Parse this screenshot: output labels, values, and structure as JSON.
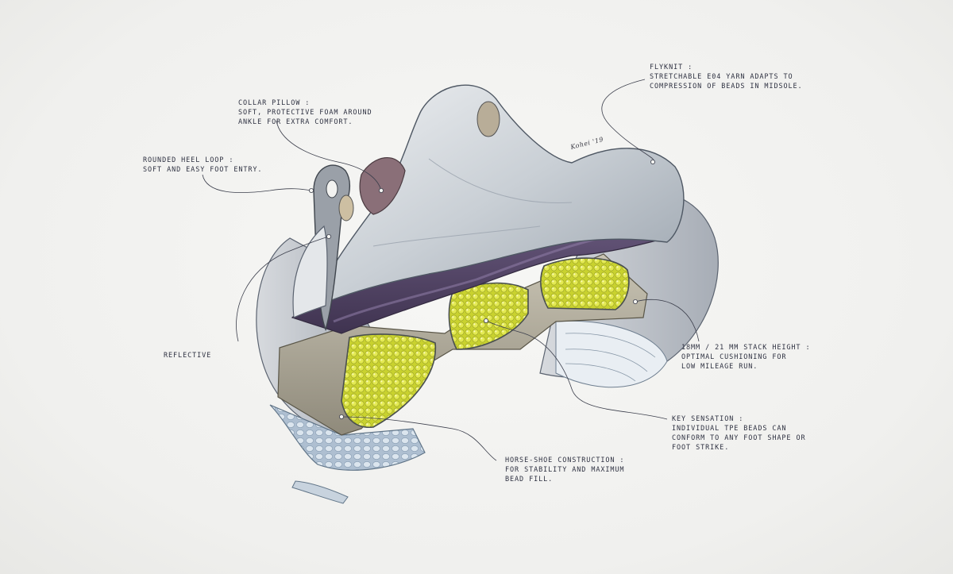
{
  "colors": {
    "paper": "#f3f3f1",
    "ink": "#2f3242",
    "upper": "#d4d8dc",
    "midsole": "#5b4d6d",
    "beads": "#dbe33a",
    "outsole": "#b7c7d7"
  },
  "signature": "Kohei '19",
  "annotations": [
    {
      "id": "flyknit",
      "title": "Flyknit :",
      "body": "Stretchable E04 yarn adapts to\ncompression of beads in midsole."
    },
    {
      "id": "collar-pillow",
      "title": "Collar Pillow :",
      "body": "Soft, protective foam around\nankle for extra comfort."
    },
    {
      "id": "heel-loop",
      "title": "Rounded Heel Loop :",
      "body": "Soft and easy foot entry."
    },
    {
      "id": "reflective",
      "title": "Reflective",
      "body": ""
    },
    {
      "id": "stack-height",
      "title": "18mm / 21 mm Stack Height :",
      "body": "Optimal cushioning for\nlow mileage run."
    },
    {
      "id": "key-sensation",
      "title": "Key Sensation :",
      "body": "Individual TPE beads can\nconform to any foot shape or\nfoot strike."
    },
    {
      "id": "horse-shoe",
      "title": "Horse-Shoe Construction :",
      "body": "For stability and maximum\nbead fill."
    }
  ]
}
